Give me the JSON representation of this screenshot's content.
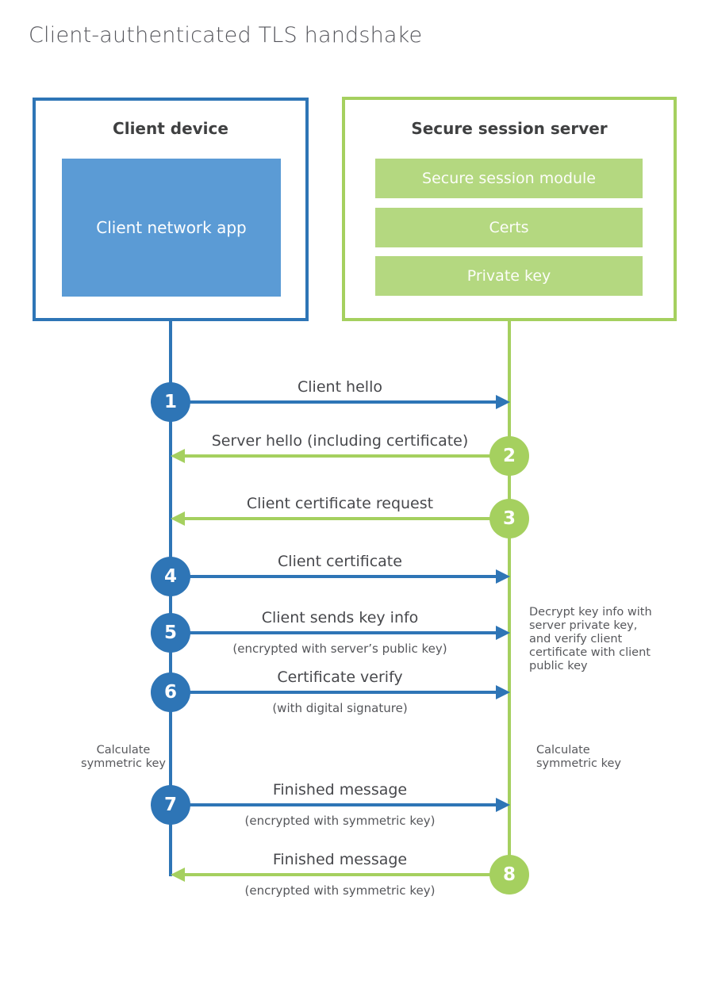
{
  "title": "Client-authenticated TLS handshake",
  "colors": {
    "blue": "#2e75b6",
    "blue_fill": "#5b9bd5",
    "green": "#a5d05f",
    "green_fill": "#b4d880",
    "text_dark": "#3f4041",
    "text_gray": "#57585c"
  },
  "client": {
    "title": "Client device",
    "module": "Client network app"
  },
  "server": {
    "title": "Secure session server",
    "modules": [
      "Secure session module",
      "Certs",
      "Private key"
    ]
  },
  "steps": [
    {
      "num": "1",
      "label": "Client hello",
      "sub": "",
      "direction": "right",
      "actor": "client"
    },
    {
      "num": "2",
      "label": "Server hello (including certificate)",
      "sub": "",
      "direction": "left",
      "actor": "server"
    },
    {
      "num": "3",
      "label": "Client certificate request",
      "sub": "",
      "direction": "left",
      "actor": "server"
    },
    {
      "num": "4",
      "label": "Client certificate",
      "sub": "",
      "direction": "right",
      "actor": "client"
    },
    {
      "num": "5",
      "label": "Client sends key info",
      "sub": "(encrypted with server’s public key)",
      "direction": "right",
      "actor": "client"
    },
    {
      "num": "6",
      "label": "Certificate verify",
      "sub": "(with digital signature)",
      "direction": "right",
      "actor": "client"
    },
    {
      "num": "7",
      "label": "Finished message",
      "sub": "(encrypted with symmetric key)",
      "direction": "right",
      "actor": "client"
    },
    {
      "num": "8",
      "label": "Finished message",
      "sub": "(encrypted with symmetric key)",
      "direction": "left",
      "actor": "server"
    }
  ],
  "notes": {
    "decrypt": "Decrypt key info with server private key, and verify client certificate with client public key",
    "calc_left": "Calculate symmetric key",
    "calc_right": "Calculate symmetric key"
  }
}
